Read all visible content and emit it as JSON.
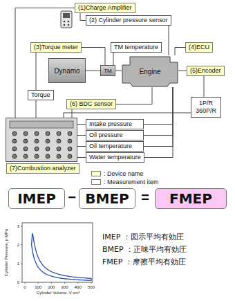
{
  "diagram": {
    "nodes": [
      {
        "text": [
          "(1)Charge Amplifier"
        ]
      },
      {
        "text": [
          "(2) Cylinder pressure sensor"
        ]
      },
      {
        "text": [
          "(3)Torque meter"
        ]
      },
      {
        "text": [
          "TM temperature"
        ]
      },
      {
        "text": [
          "(4)ECU"
        ]
      },
      {
        "text": [
          "Dynamo"
        ]
      },
      {
        "text": [
          "TM"
        ]
      },
      {
        "text": [
          "Engine"
        ]
      },
      {
        "text": [
          "(5)Encoder"
        ]
      },
      {
        "text": [
          "Torque"
        ]
      },
      {
        "text": [
          "(6) BDC sensor"
        ]
      },
      {
        "text": [
          "Intake pressure"
        ]
      },
      {
        "text": [
          "Oil pressure"
        ]
      },
      {
        "text": [
          "Oil temperature"
        ]
      },
      {
        "text": [
          "Water temperature"
        ]
      },
      {
        "text": [
          "(7)Combustion analyzer"
        ]
      },
      {
        "text": [
          "1P/R",
          "360P/R"
        ]
      },
      {
        "text": [
          "IMEP"
        ]
      },
      {
        "text": [
          "BMEP"
        ]
      },
      {
        "text": [
          "FMEP"
        ]
      }
    ],
    "edges": [
      {
        "from": 0,
        "to": 1,
        "arrow": "none"
      },
      {
        "from": 0,
        "to": 15,
        "arrow": "none"
      },
      {
        "from": 1,
        "to": 7,
        "arrow": "none"
      },
      {
        "from": 2,
        "to": 6,
        "arrow": "none"
      },
      {
        "from": 3,
        "to": 6,
        "arrow": "none"
      },
      {
        "from": 4,
        "to": 7,
        "arrow": "none"
      },
      {
        "from": 5,
        "to": 6,
        "arrow": "none"
      },
      {
        "from": 6,
        "to": 7,
        "arrow": "none"
      },
      {
        "from": 8,
        "to": 7,
        "arrow": "none"
      },
      {
        "from": 8,
        "to": 16,
        "arrow": "none"
      },
      {
        "from": 9,
        "to": 2,
        "arrow": "none"
      },
      {
        "from": 9,
        "to": 15,
        "arrow": "none"
      },
      {
        "from": 10,
        "to": 15,
        "arrow": "none"
      },
      {
        "from": 10,
        "to": 7,
        "arrow": "none"
      },
      {
        "from": 11,
        "to": 15,
        "arrow": "none"
      },
      {
        "from": 12,
        "to": 15,
        "arrow": "none"
      },
      {
        "from": 13,
        "to": 15,
        "arrow": "none"
      },
      {
        "from": 14,
        "to": 15,
        "arrow": "none"
      },
      {
        "from": 11,
        "to": 7,
        "arrow": "none"
      },
      {
        "from": 12,
        "to": 7,
        "arrow": "none"
      },
      {
        "from": 13,
        "to": 7,
        "arrow": "none"
      },
      {
        "from": 14,
        "to": 7,
        "arrow": "none"
      },
      {
        "from": 16,
        "to": 15,
        "arrow": "none"
      }
    ],
    "labels": [
      "−",
      "=",
      "Cylinder Pressure, p MPa",
      "0",
      "1",
      "2",
      "3",
      "Cylinder Volume, V cm³",
      "0",
      "100",
      "200",
      "300",
      "400",
      "500",
      "IMEP ：図示平均有効圧",
      "BMEP ：正味平均有効圧",
      "FMEP ：摩擦平均有効圧"
    ],
    "legend": [
      {
        "text": ": Device name",
        "color": "#ffffc8"
      },
      {
        "text": ": Measurement item",
        "color": "#ffffff"
      }
    ]
  }
}
